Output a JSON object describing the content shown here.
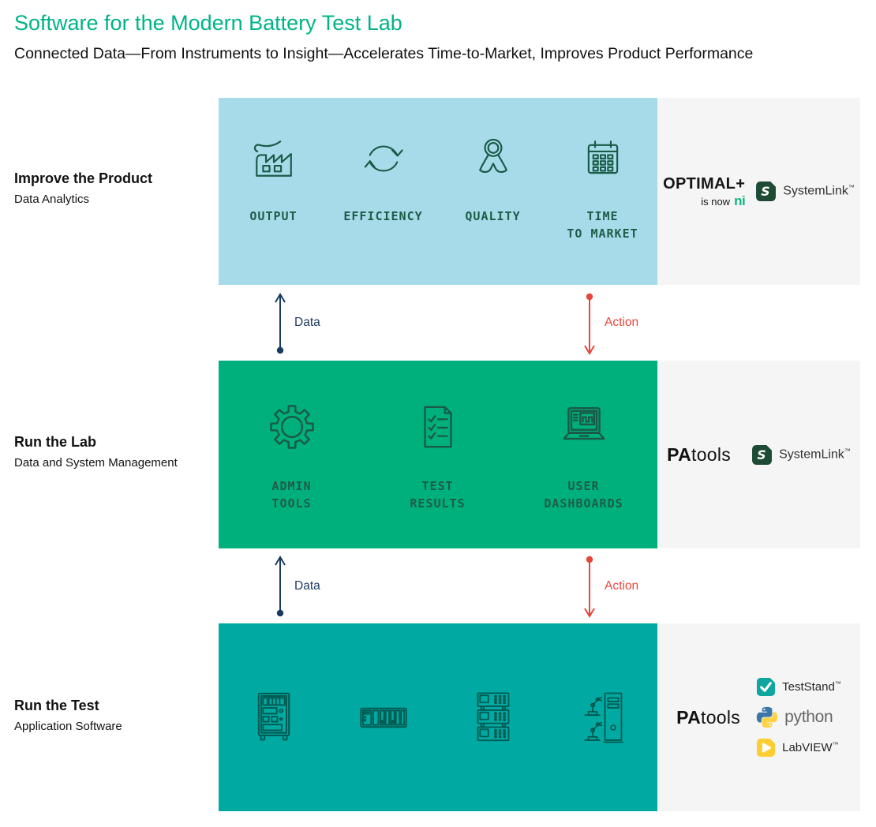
{
  "page": {
    "title": "Software for the Modern Battery Test Lab",
    "subtitle": "Connected Data—From Instruments to Insight—Accelerates Time-to-Market, Improves Product Performance"
  },
  "rows": [
    {
      "name": "Improve the Product",
      "descriptor": "Data Analytics",
      "items": [
        {
          "icon": "factory-icon",
          "label": "OUTPUT"
        },
        {
          "icon": "cycle-arrows-icon",
          "label": "EFFICIENCY"
        },
        {
          "icon": "award-ribbon-icon",
          "label": "QUALITY"
        },
        {
          "icon": "calendar-icon",
          "label": "TIME\nTO MARKET"
        }
      ]
    },
    {
      "name": "Run the Lab",
      "descriptor": "Data and System Management",
      "items": [
        {
          "icon": "gear-icon",
          "label": "ADMIN\nTOOLS"
        },
        {
          "icon": "checklist-icon",
          "label": "TEST\nRESULTS"
        },
        {
          "icon": "laptop-dashboard-icon",
          "label": "USER\nDASHBOARDS"
        }
      ]
    },
    {
      "name": "Run the Test",
      "descriptor": "Application Software",
      "items": [
        {
          "icon": "test-rack-icon"
        },
        {
          "icon": "pxi-chassis-icon"
        },
        {
          "icon": "stacked-instruments-icon"
        },
        {
          "icon": "robot-and-pc-icon"
        }
      ]
    }
  ],
  "flows": {
    "data_label": "Data",
    "action_label": "Action"
  },
  "brands": {
    "optimal": {
      "name": "OPTIMAL+",
      "note": "is now",
      "ni_mark": "ni"
    },
    "systemlink": {
      "label": "SystemLink",
      "tm": "™"
    },
    "patools": {
      "bold": "PA",
      "light": "tools"
    },
    "teststand": {
      "label": "TestStand",
      "tm": "™"
    },
    "python": {
      "label": "python"
    },
    "labview": {
      "label": "LabVIEW",
      "tm": "™"
    }
  },
  "colors": {
    "title_green": "#00b487",
    "band_blue": "#a7dbe9",
    "band_green": "#00b07c",
    "band_teal": "#00a9a2",
    "panel_gray": "#f5f5f5",
    "icon_dark_green": "#1a5b48",
    "icon_dark_teal": "#015a51",
    "data_navy": "#1b3a5f",
    "action_red": "#e8463d",
    "systemlink_badge": "#1d4b33",
    "teststand_badge": "#0ea69e",
    "labview_badge": "#fdce33",
    "python_blue": "#3b77a9",
    "python_yellow": "#fdd345",
    "ni_green": "#10b585"
  }
}
